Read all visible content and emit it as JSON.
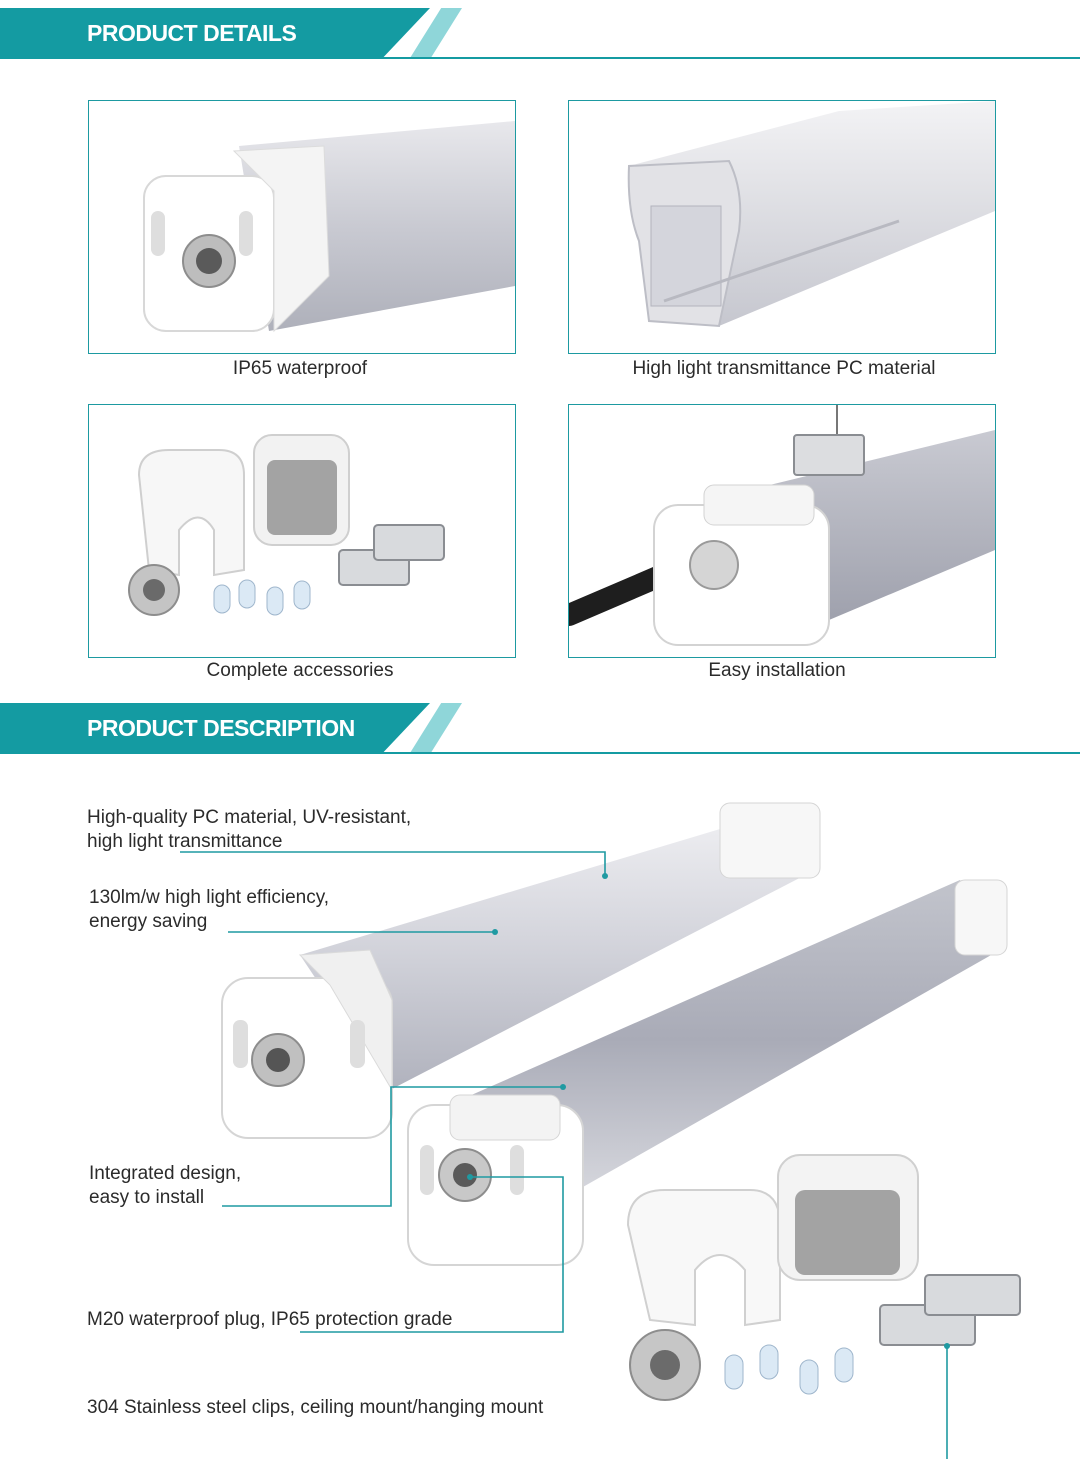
{
  "sections": {
    "details_title": "PRODUCT DETAILS",
    "description_title": "PRODUCT DESCRIPTION"
  },
  "details": [
    {
      "caption": "IP65 waterproof"
    },
    {
      "caption": "High light transmittance PC material"
    },
    {
      "caption": "Complete accessories"
    },
    {
      "caption": "Easy installation"
    }
  ],
  "description": {
    "callouts": [
      {
        "line1": "High-quality PC material, UV-resistant,",
        "line2": "high light transmittance"
      },
      {
        "line1": "130lm/w high light efficiency,",
        "line2": "energy saving"
      },
      {
        "line1": "Integrated design,",
        "line2": "easy to install"
      },
      {
        "line1": "M20 waterproof plug, IP65 protection grade",
        "line2": ""
      },
      {
        "line1": "304 Stainless steel clips, ceiling mount/hanging mount",
        "line2": ""
      }
    ]
  },
  "colors": {
    "accent": "#149ba2",
    "accent_light": "#8fd6d9"
  }
}
